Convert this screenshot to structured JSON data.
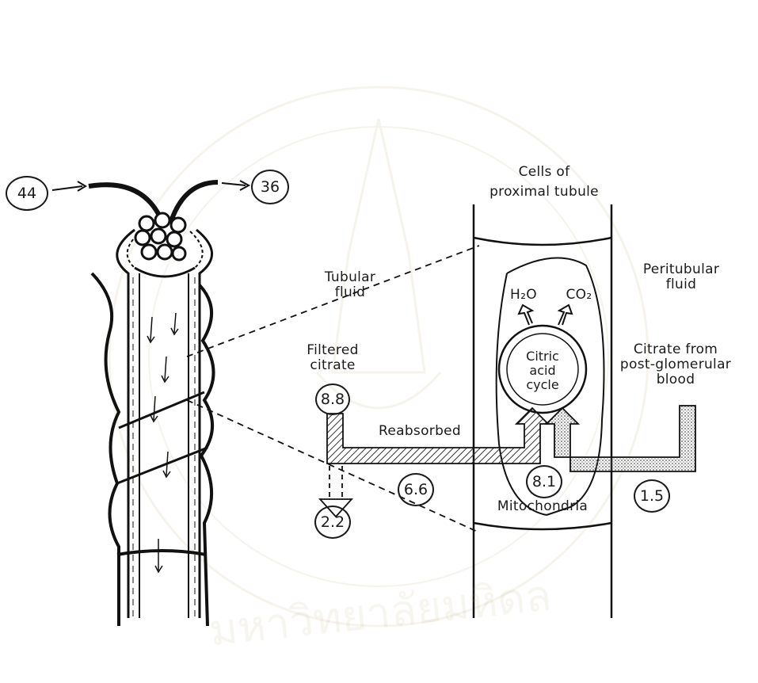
{
  "labels": {
    "cells": [
      "Cells of",
      "proximal tubule"
    ],
    "tubular_fluid": [
      "Tubular",
      "fluid"
    ],
    "peritubular": [
      "Peritubular",
      "fluid"
    ],
    "filtered": [
      "Filtered",
      "citrate"
    ],
    "citrate_from": [
      "Citrate from",
      "post-glomerular",
      "blood"
    ],
    "reabsorbed": "Reabsorbed",
    "mitochondria": "Mitochondria",
    "cycle": [
      "Citric",
      "acid",
      "cycle"
    ],
    "h2o": "H₂O",
    "co2": "CO₂"
  },
  "values": {
    "in": "44",
    "out": "36",
    "filtered": "8.8",
    "excreted": "2.2",
    "reabsorbed": "6.6",
    "oxidized": "8.1",
    "blood": "1.5"
  },
  "watermark": "มหาวิทยาลัยมหิดล"
}
